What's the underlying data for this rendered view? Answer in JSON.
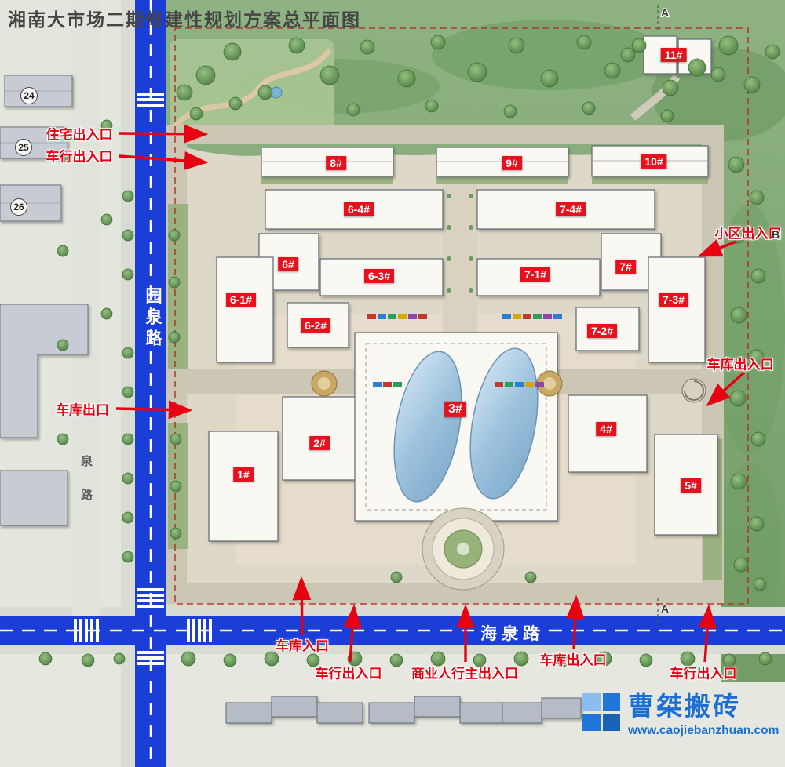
{
  "title": "湘南大市场二期修建性规划方案总平面图",
  "buildings": [
    {
      "id": "11",
      "label": "11#"
    },
    {
      "id": "8",
      "label": "8#"
    },
    {
      "id": "9",
      "label": "9#"
    },
    {
      "id": "10",
      "label": "10#"
    },
    {
      "id": "6-4",
      "label": "6-4#"
    },
    {
      "id": "7-4",
      "label": "7-4#"
    },
    {
      "id": "6",
      "label": "6#"
    },
    {
      "id": "6-3",
      "label": "6-3#"
    },
    {
      "id": "7-1",
      "label": "7-1#"
    },
    {
      "id": "7",
      "label": "7#"
    },
    {
      "id": "6-1",
      "label": "6-1#"
    },
    {
      "id": "7-3",
      "label": "7-3#"
    },
    {
      "id": "6-2",
      "label": "6-2#"
    },
    {
      "id": "7-2",
      "label": "7-2#"
    },
    {
      "id": "3",
      "label": "3#"
    },
    {
      "id": "2",
      "label": "2#"
    },
    {
      "id": "4",
      "label": "4#"
    },
    {
      "id": "1",
      "label": "1#"
    },
    {
      "id": "5",
      "label": "5#"
    }
  ],
  "annotations": [
    {
      "label": "住宅出入口"
    },
    {
      "label": "车行出入口"
    },
    {
      "label": "小区出入口"
    },
    {
      "label": "车库出入口"
    },
    {
      "label": "车库出口"
    },
    {
      "label": "车库入口"
    },
    {
      "label": "车行出入口"
    },
    {
      "label": "商业人行主出入口"
    },
    {
      "label": "车库出入口"
    },
    {
      "label": "车行出入口"
    }
  ],
  "roads": {
    "yuanquan": "园泉路",
    "haiquan": "海泉路",
    "minor": "泉路"
  },
  "adjacent_plots": [
    "24",
    "25",
    "26"
  ],
  "section_markers": {
    "top": "A",
    "bottom": "A",
    "right": "B"
  },
  "watermark": {
    "brand": "曹桀搬砖",
    "url": "www.caojiebanzhuan.com"
  },
  "colors": {
    "road_blue": "#1c3ed8",
    "annotation_red": "#e60012",
    "label_red": "#e8101c",
    "watermark_blue": "#1b6ed3"
  }
}
